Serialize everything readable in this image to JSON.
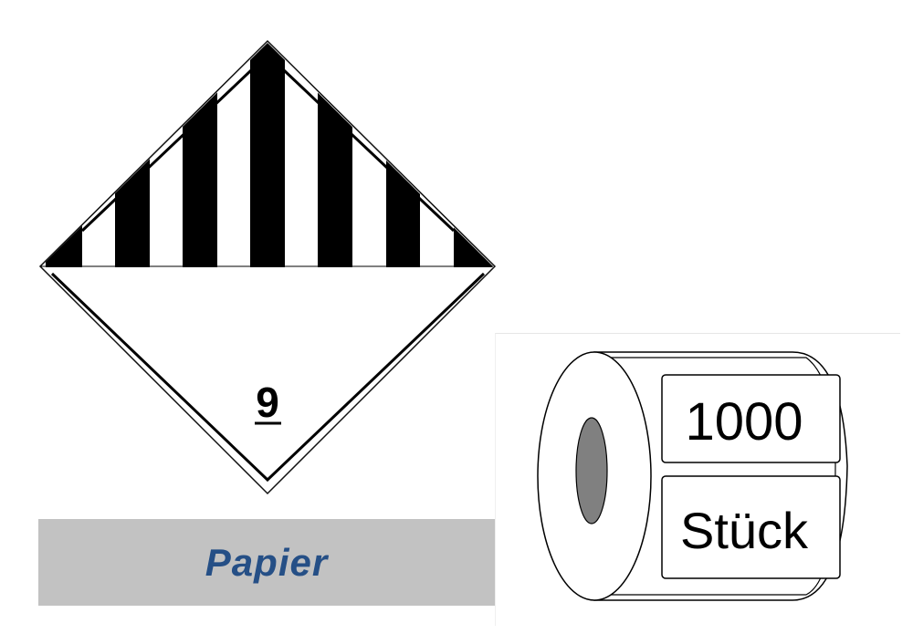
{
  "hazard_label": {
    "class_number": "9",
    "stripe_color": "#000000",
    "background_color": "#ffffff"
  },
  "material": {
    "label": "Papier",
    "text_color": "#254f86",
    "bar_color": "#c2c2c2"
  },
  "roll": {
    "quantity": "1000",
    "unit": "Stück",
    "core_color": "#808080"
  }
}
